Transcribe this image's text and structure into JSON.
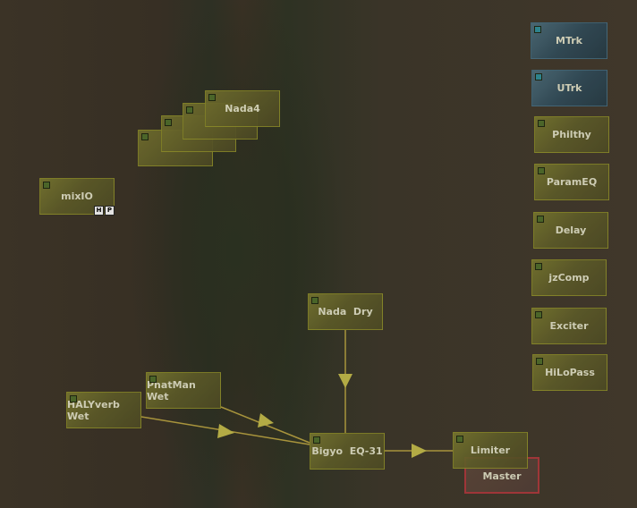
{
  "nodes": {
    "nada4": "Nada4",
    "mixio": "mixIO",
    "mixio_badges": [
      "H",
      "P"
    ],
    "mtrk": "MTrk",
    "utrk": "UTrk",
    "philthy": "Philthy",
    "parameq": "ParamEQ",
    "delay": "Delay",
    "jzcomp": "jzComp",
    "exciter": "Exciter",
    "hilopass": "HiLoPass",
    "nada_dry": "Nada  Dry",
    "phatman_wet": "PhatMan Wet",
    "halyverb_wet": "HALYverb Wet",
    "bigyo": "Bigyo  EQ-31",
    "limiter": "Limiter",
    "master": "Master"
  },
  "colors": {
    "connection": "#b09a3a",
    "module": "#6a6a2c",
    "track": "#3f5c68",
    "master": "#a8363a"
  }
}
